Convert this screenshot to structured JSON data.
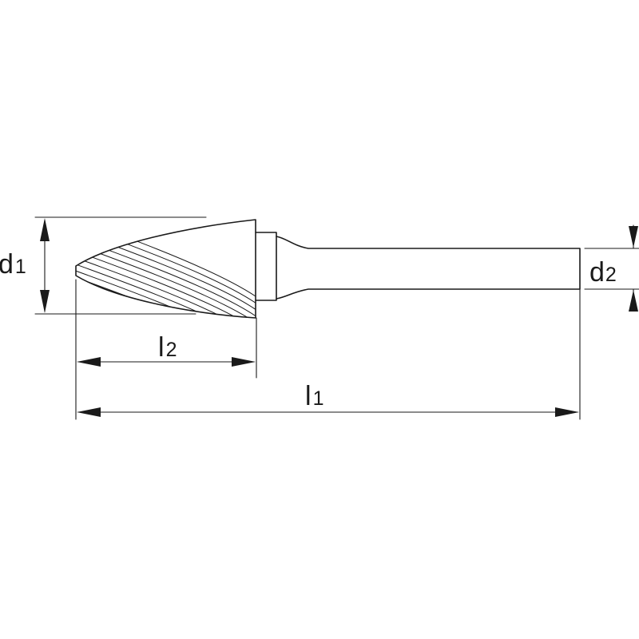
{
  "labels": {
    "d1": {
      "main": "d",
      "sub": "1"
    },
    "d2": {
      "main": "d",
      "sub": "2"
    },
    "l1": {
      "main": "l",
      "sub": "1"
    },
    "l2": {
      "main": "l",
      "sub": "2"
    }
  },
  "colors": {
    "line": "#1a1a1a",
    "background": "#ffffff"
  }
}
